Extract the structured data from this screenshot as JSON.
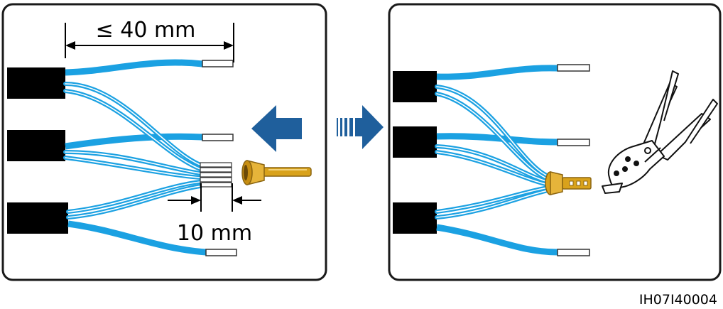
{
  "labels": {
    "max_strip_length": "≤ 40 mm",
    "strip_length": "10 mm",
    "figure_id": "IH07I40004"
  },
  "colors": {
    "wire_blue": "#1ba1e2",
    "cable_black": "#000000",
    "arrow_blue": "#1f5f9c",
    "ferrule_gold": "#d9a21b",
    "ferrule_dark": "#8a6410",
    "panel_border": "#1a1a1a"
  },
  "icons": {
    "left_arrow": "insert-arrow-icon",
    "step_arrow": "next-step-arrow-icon",
    "ferrule": "cord-end-ferrule-icon",
    "tool": "crimping-tool-icon"
  }
}
